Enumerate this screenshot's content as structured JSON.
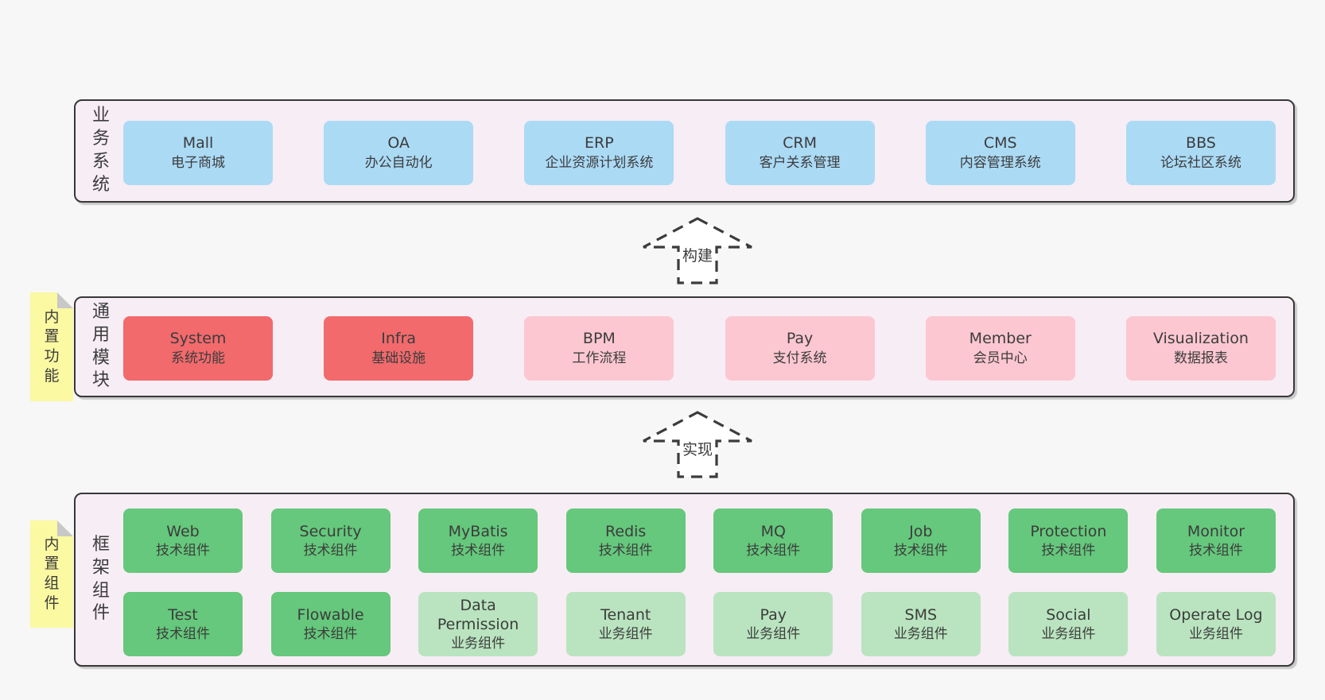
{
  "colors": {
    "page_bg": "#f7f7f7",
    "container_bg": "#f7edf5",
    "container_border": "#383838",
    "text": "#3c3c3c",
    "blue": "#abdaf5",
    "red": "#f26a6c",
    "pink": "#fcc7d1",
    "green": "#65c87c",
    "light_green": "#b9e4bf",
    "note_yellow": "#fbf9a1",
    "note_fold": "#c8c8c8",
    "arrow_fill": "#ffffff"
  },
  "arrows": [
    {
      "id": "build",
      "label": "构建"
    },
    {
      "id": "implement",
      "label": "实现"
    }
  ],
  "layers": [
    {
      "id": "business-systems",
      "side_label": "业务系统",
      "rows": [
        [
          {
            "name": "Mall",
            "subtitle": "电子商城",
            "variant": "blue"
          },
          {
            "name": "OA",
            "subtitle": "办公自动化",
            "variant": "blue"
          },
          {
            "name": "ERP",
            "subtitle": "企业资源计划系统",
            "variant": "blue"
          },
          {
            "name": "CRM",
            "subtitle": "客户关系管理",
            "variant": "blue"
          },
          {
            "name": "CMS",
            "subtitle": "内容管理系统",
            "variant": "blue"
          },
          {
            "name": "BBS",
            "subtitle": "论坛社区系统",
            "variant": "blue"
          }
        ]
      ]
    },
    {
      "id": "common-modules",
      "side_label": "通用模块",
      "note": "内置功能",
      "rows": [
        [
          {
            "name": "System",
            "subtitle": "系统功能",
            "variant": "red"
          },
          {
            "name": "Infra",
            "subtitle": "基础设施",
            "variant": "red"
          },
          {
            "name": "BPM",
            "subtitle": "工作流程",
            "variant": "pink"
          },
          {
            "name": "Pay",
            "subtitle": "支付系统",
            "variant": "pink"
          },
          {
            "name": "Member",
            "subtitle": "会员中心",
            "variant": "pink"
          },
          {
            "name": "Visualization",
            "subtitle": "数据报表",
            "variant": "pink"
          }
        ]
      ]
    },
    {
      "id": "framework-components",
      "side_label": "框架组件",
      "note": "内置组件",
      "rows": [
        [
          {
            "name": "Web",
            "subtitle": "技术组件",
            "variant": "green"
          },
          {
            "name": "Security",
            "subtitle": "技术组件",
            "variant": "green"
          },
          {
            "name": "MyBatis",
            "subtitle": "技术组件",
            "variant": "green"
          },
          {
            "name": "Redis",
            "subtitle": "技术组件",
            "variant": "green"
          },
          {
            "name": "MQ",
            "subtitle": "技术组件",
            "variant": "green"
          },
          {
            "name": "Job",
            "subtitle": "技术组件",
            "variant": "green"
          },
          {
            "name": "Protection",
            "subtitle": "技术组件",
            "variant": "green"
          },
          {
            "name": "Monitor",
            "subtitle": "技术组件",
            "variant": "green"
          }
        ],
        [
          {
            "name": "Test",
            "subtitle": "技术组件",
            "variant": "green"
          },
          {
            "name": "Flowable",
            "subtitle": "技术组件",
            "variant": "green"
          },
          {
            "name": "Data Permission",
            "subtitle": "业务组件",
            "variant": "light_green"
          },
          {
            "name": "Tenant",
            "subtitle": "业务组件",
            "variant": "light_green"
          },
          {
            "name": "Pay",
            "subtitle": "业务组件",
            "variant": "light_green"
          },
          {
            "name": "SMS",
            "subtitle": "业务组件",
            "variant": "light_green"
          },
          {
            "name": "Social",
            "subtitle": "业务组件",
            "variant": "light_green"
          },
          {
            "name": "Operate Log",
            "subtitle": "业务组件",
            "variant": "light_green"
          }
        ]
      ]
    }
  ]
}
